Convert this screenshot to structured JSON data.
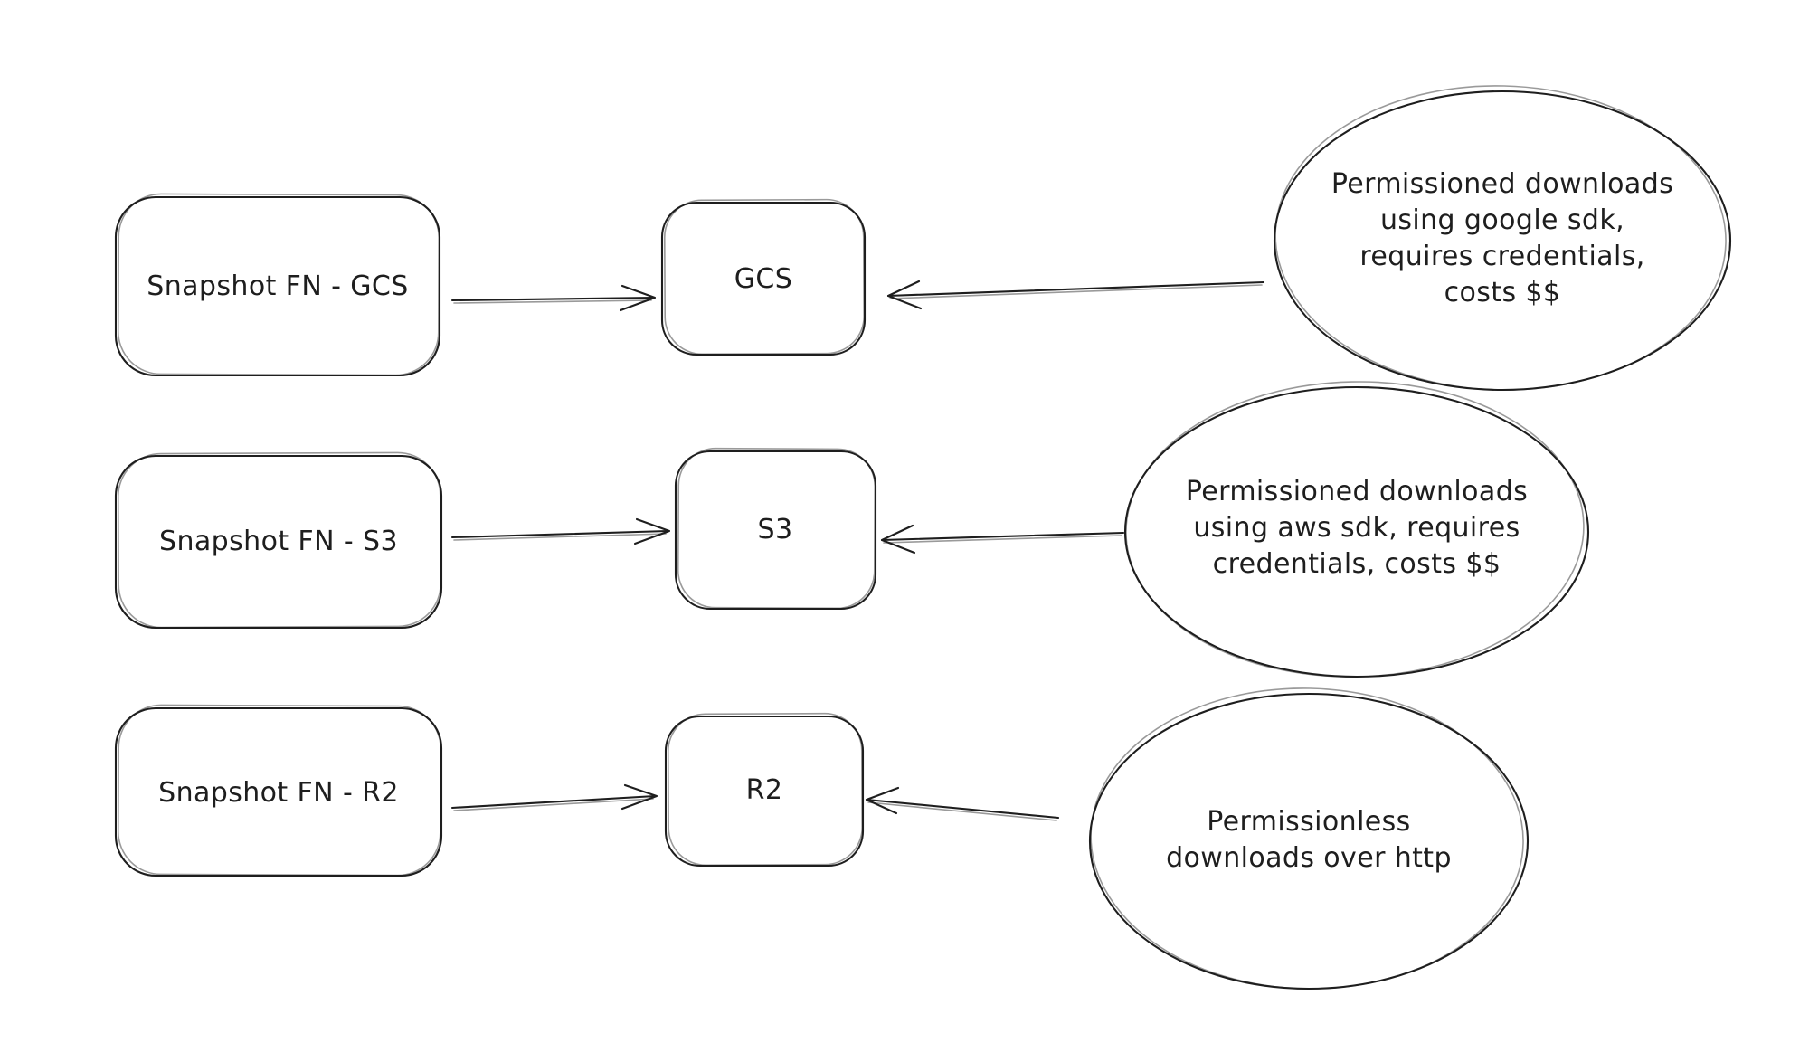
{
  "diagram": {
    "background_color": "#ffffff",
    "stroke_color": "#1e1e1e",
    "rows": [
      {
        "source_label": "Snapshot FN - GCS",
        "target_label": "GCS",
        "note_lines": [
          "Permissioned downloads",
          "using google sdk,",
          "requires credentials,",
          "costs $$"
        ]
      },
      {
        "source_label": "Snapshot FN - S3",
        "target_label": "S3",
        "note_lines": [
          "Permissioned downloads",
          "using aws sdk, requires",
          "credentials, costs $$"
        ]
      },
      {
        "source_label": "Snapshot FN - R2",
        "target_label": "R2",
        "note_lines": [
          "Permissionless",
          "downloads over http"
        ]
      }
    ]
  }
}
